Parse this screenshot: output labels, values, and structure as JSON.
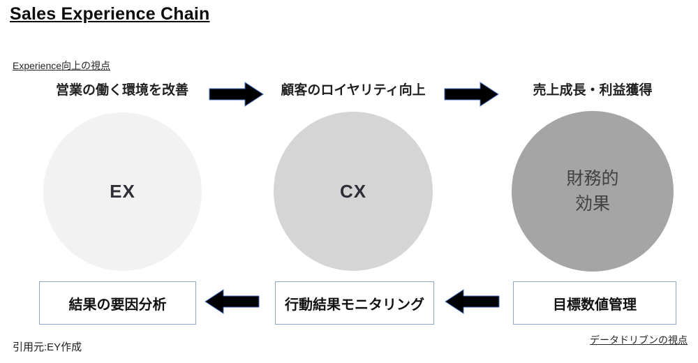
{
  "title": "Sales Experience Chain",
  "perspectives": {
    "top": "Experience向上の視点",
    "bottom": "データドリブンの視点"
  },
  "flow": {
    "labels": [
      "営業の働く環境を改善",
      "顧客のロイヤリティ向上",
      "売上成長・利益獲得"
    ]
  },
  "circles": [
    {
      "label": "EX",
      "fill": "#f2f2f2",
      "text_color": "#2e2e38"
    },
    {
      "label": "CX",
      "fill": "#d5d5d5",
      "text_color": "#2e2e38"
    },
    {
      "label": "財務的\n効果",
      "fill": "#a5a5a5",
      "text_color": "#404040"
    }
  ],
  "feedback_boxes": [
    "結果の要因分析",
    "行動結果モニタリング",
    "目標数値管理"
  ],
  "source": "引用元:EY作成",
  "colors": {
    "arrow_fill": "#000000",
    "arrow_outline": "#4472c4",
    "box_border": "#8ea3c8"
  }
}
